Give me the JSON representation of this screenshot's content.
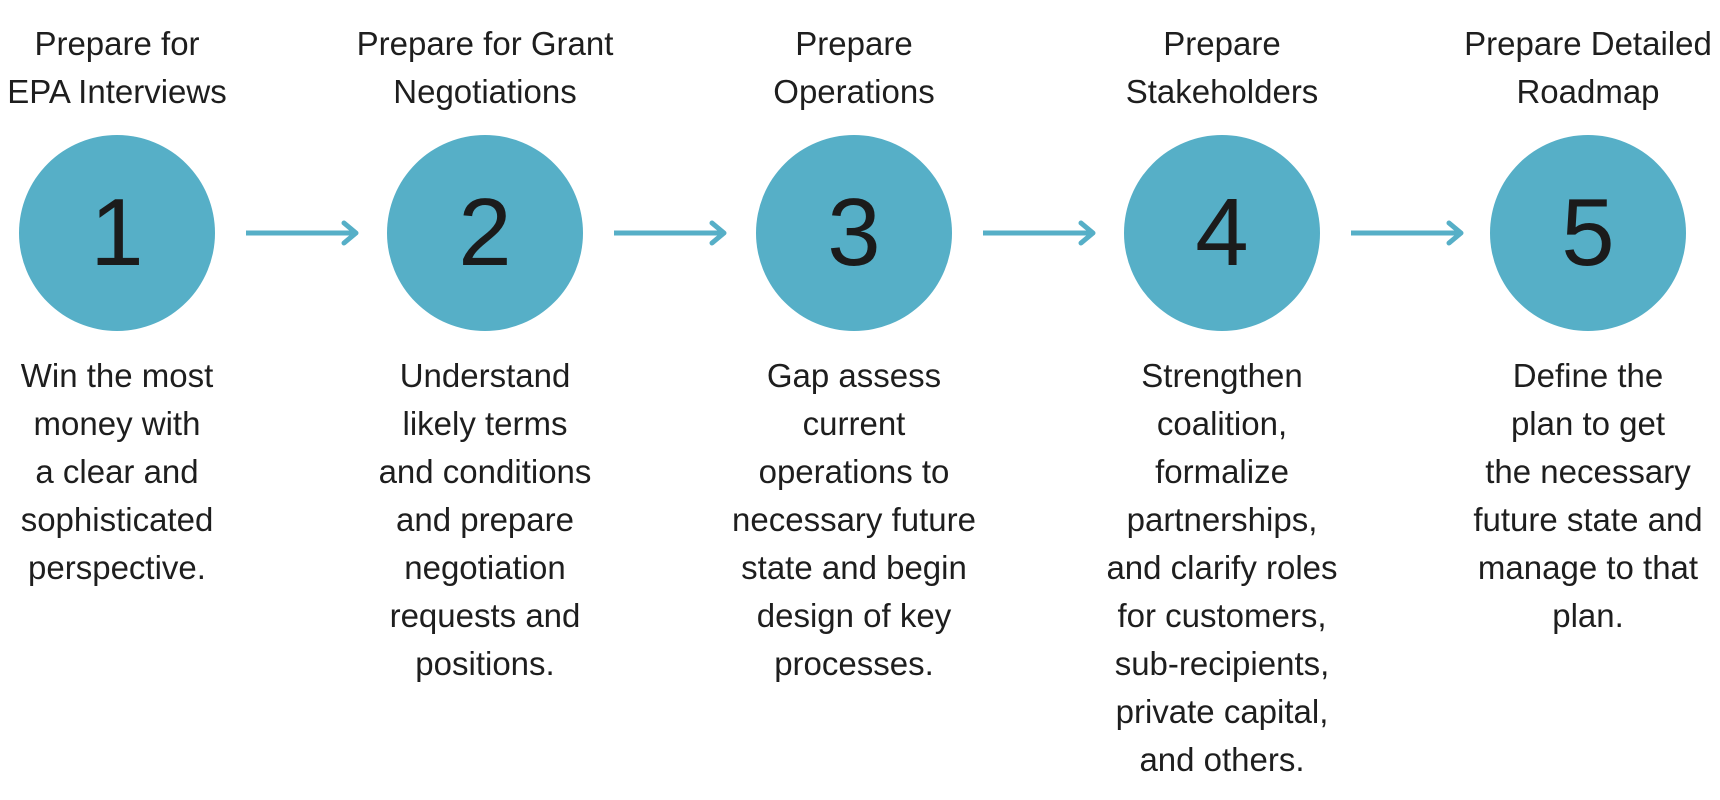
{
  "accent_color": "#56afc7",
  "steps": [
    {
      "number": "1",
      "title": "Prepare for\nEPA Interviews",
      "description": "Win the most\nmoney with\na clear and\nsophisticated\nperspective."
    },
    {
      "number": "2",
      "title": "Prepare for Grant\nNegotiations",
      "description": "Understand\nlikely terms\nand conditions\nand prepare\nnegotiation\nrequests and\npositions."
    },
    {
      "number": "3",
      "title": "Prepare\nOperations",
      "description": "Gap assess\ncurrent\noperations to\nnecessary future\nstate and begin\ndesign of key\nprocesses."
    },
    {
      "number": "4",
      "title": "Prepare\nStakeholders",
      "description": "Strengthen\ncoalition,\nformalize\npartnerships,\nand clarify roles\nfor customers,\nsub-recipients,\nprivate capital,\nand others."
    },
    {
      "number": "5",
      "title": "Prepare Detailed\nRoadmap",
      "description": "Define the\nplan to get\nthe necessary\nfuture state and\nmanage to that\nplan."
    }
  ],
  "arrows": [
    {
      "icon": "arrow-right-icon"
    },
    {
      "icon": "arrow-right-icon"
    },
    {
      "icon": "arrow-right-icon"
    },
    {
      "icon": "arrow-right-icon"
    }
  ]
}
